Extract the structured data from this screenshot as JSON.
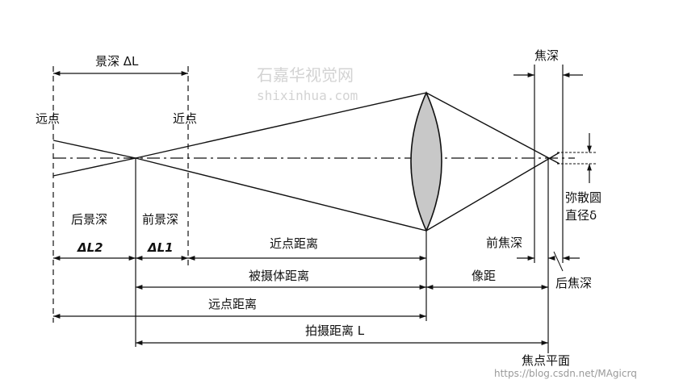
{
  "labels": {
    "depth_of_field": "景深 ΔL",
    "far_point": "远点",
    "near_point": "近点",
    "focus_depth": "焦深",
    "rear_dof": "后景深",
    "front_dof": "前景深",
    "delta_l2": "ΔL2",
    "delta_l1": "ΔL1",
    "near_point_distance": "近点距离",
    "subject_distance": "被摄体距离",
    "far_point_distance": "远点距离",
    "shooting_distance": "拍摄距离 L",
    "image_distance": "像距",
    "front_focus_depth": "前焦深",
    "rear_focus_depth": "后焦深",
    "focal_plane": "焦点平面",
    "circle_line1": "弥散圆",
    "circle_line2": "直径δ"
  },
  "watermark": {
    "cn": "石嘉华视觉网",
    "pinyin": "shixinhua.com",
    "url": "https://blog.csdn.net/MAgicrq"
  },
  "colors": {
    "line": "#111111",
    "lens_fill": "#c8c8c8"
  }
}
